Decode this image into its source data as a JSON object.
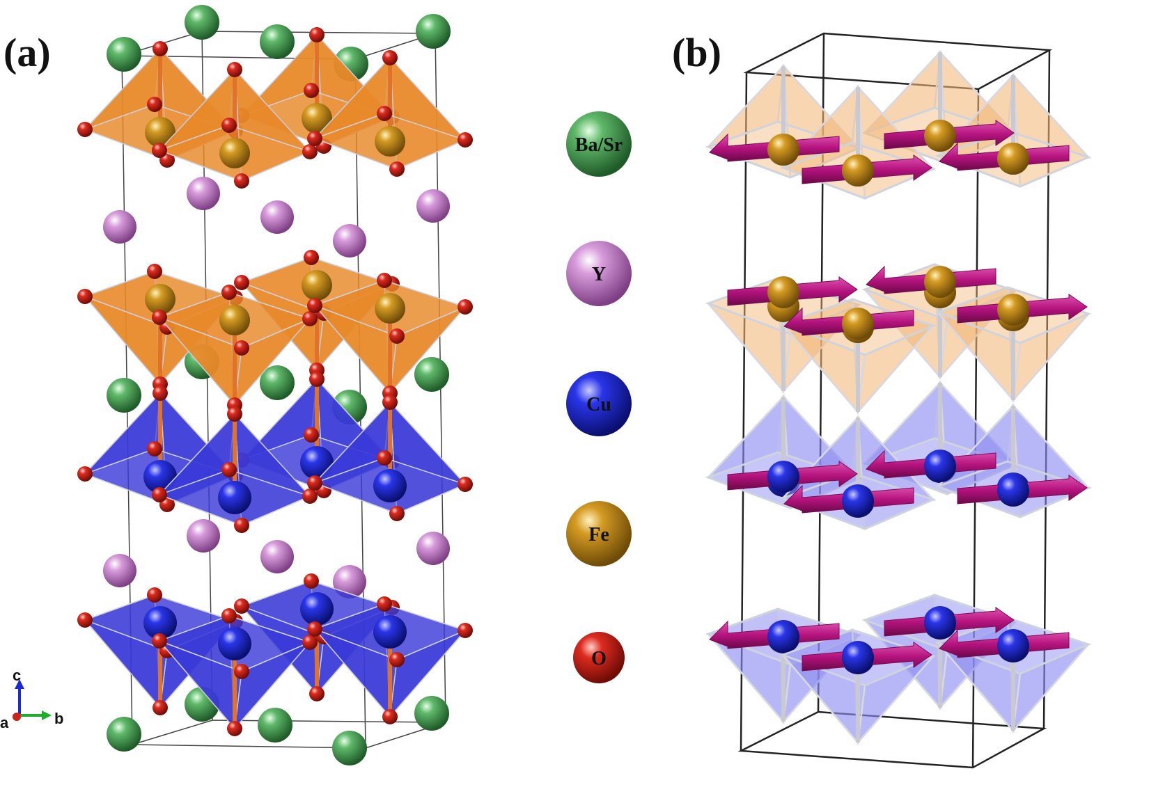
{
  "panels": {
    "a": "(a)",
    "b": "(b)"
  },
  "legend": [
    {
      "label": "Ba/Sr",
      "color": "#3f9a4c"
    },
    {
      "label": "Y",
      "color": "#c57bc9"
    },
    {
      "label": "Cu",
      "color": "#1f2bd6"
    },
    {
      "label": "Fe",
      "color": "#c9901e"
    },
    {
      "label": "O",
      "color": "#d22a1e"
    }
  ],
  "axes": {
    "c": "c",
    "a": "a",
    "b": "b"
  },
  "colors": {
    "ba_sr": "#3f9a4c",
    "y": "#c57bc9",
    "cu": "#1f2bd6",
    "fe": "#c9901e",
    "o": "#d22a1e",
    "fe_polyhedron": "#e8892a",
    "cu_polyhedron": "#3a3ad8",
    "spin_arrow": "#b5137e"
  },
  "icons": {
    "spin": "spin-arrow-icon",
    "axis": "axis-triad-icon"
  }
}
